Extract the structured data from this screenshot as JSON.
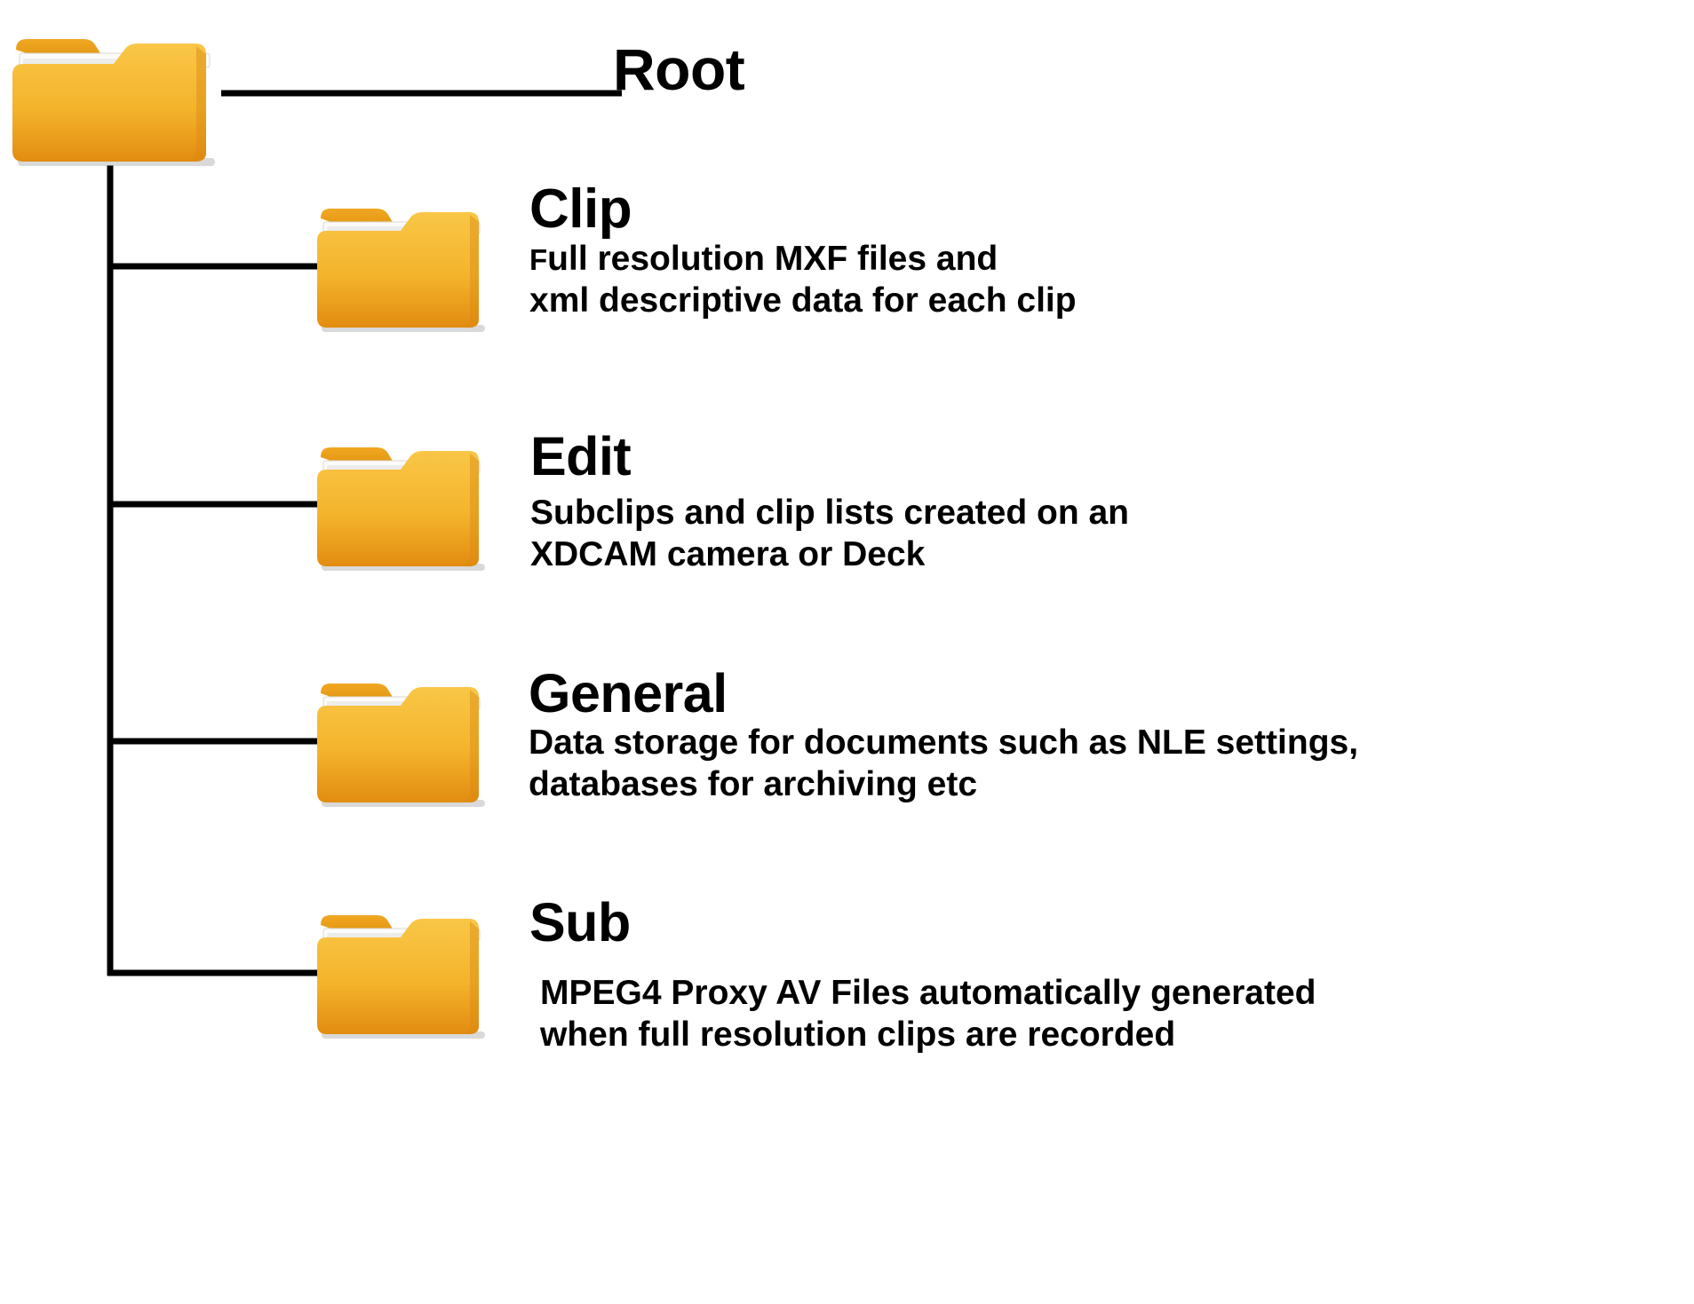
{
  "diagram": {
    "type": "tree",
    "title_semantic": "xdcam-folder-structure-tree",
    "background_color": "#ffffff",
    "line_color": "#000000",
    "folder_colors": {
      "body_top": "#f7bf3a",
      "body_bottom": "#e08b10",
      "tab": "#e8a420",
      "paper": "#f2f2f0",
      "shadow": "#b4b4b4"
    },
    "icon_name": "folder-icon"
  },
  "nodes": [
    {
      "id": "root",
      "title": "Root",
      "description": "",
      "icon": "folder-icon"
    },
    {
      "id": "clip",
      "title": "Clip",
      "description": "Full resolution MXF files and\nxml descriptive data for each clip",
      "icon": "folder-icon"
    },
    {
      "id": "edit",
      "title": "Edit",
      "description": "Subclips and clip lists created on an\nXDCAM camera or Deck",
      "icon": "folder-icon"
    },
    {
      "id": "general",
      "title": "General",
      "description": "Data storage for documents such as NLE settings,\ndatabases for archiving etc",
      "icon": "folder-icon"
    },
    {
      "id": "sub",
      "title": "Sub",
      "description": "MPEG4 Proxy AV Files automatically generated\nwhen full resolution clips are recorded",
      "icon": "folder-icon"
    }
  ]
}
